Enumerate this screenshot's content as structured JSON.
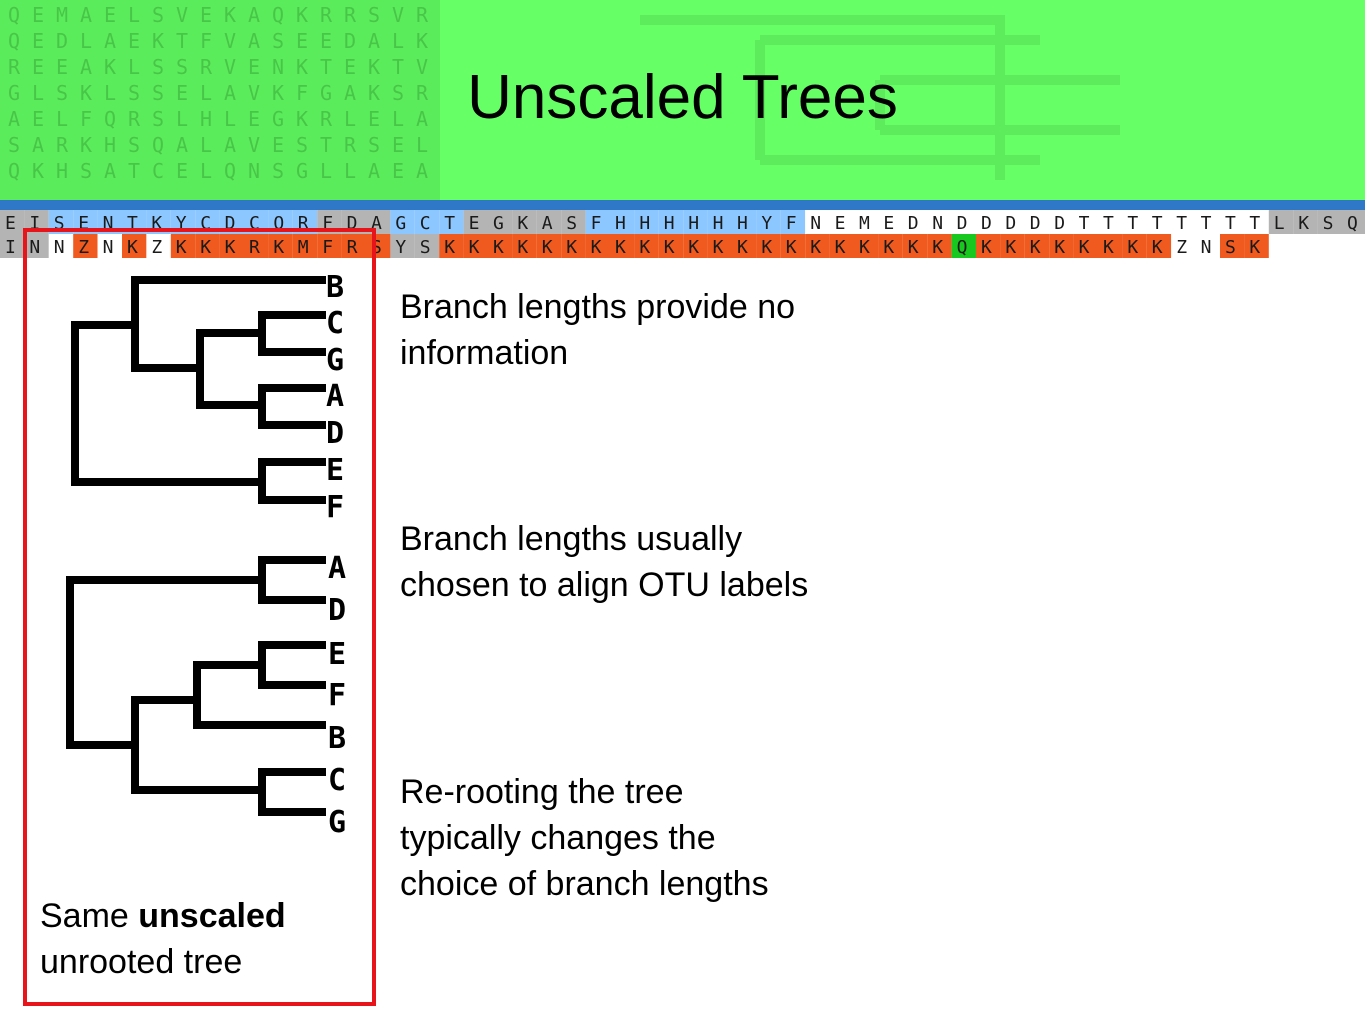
{
  "slide": {
    "title": "Unscaled Trees"
  },
  "banner": {
    "background": "#66ff66",
    "letters": [
      [
        "Q",
        "E",
        "M",
        "A",
        "E",
        "L",
        "S",
        "V",
        "E",
        "K",
        "A",
        "Q",
        "K",
        "R",
        "R",
        "S",
        "V",
        "R"
      ],
      [
        "Q",
        "E",
        "D",
        "L",
        "A",
        "E",
        "K",
        "T",
        "F",
        "V",
        "A",
        "S",
        "E",
        "E",
        "D",
        "A",
        "L",
        "K"
      ],
      [
        "R",
        "E",
        "E",
        "A",
        "K",
        "L",
        "S",
        "S",
        "R",
        "V",
        "E",
        "N",
        "K",
        "T",
        "E",
        "K",
        "T",
        "V"
      ],
      [
        "G",
        "L",
        "S",
        "K",
        "L",
        "S",
        "S",
        "E",
        "L",
        "A",
        "V",
        "K",
        "F",
        "G",
        "A",
        "K",
        "S",
        "R"
      ],
      [
        "A",
        "E",
        "L",
        "F",
        "Q",
        "R",
        "S",
        "L",
        "H",
        "L",
        "E",
        "G",
        "K",
        "R",
        "L",
        "E",
        "L",
        "A"
      ],
      [
        "S",
        "A",
        "R",
        "K",
        "H",
        "S",
        "Q",
        "A",
        "L",
        "A",
        "V",
        "E",
        "S",
        "T",
        "R",
        "S",
        "E",
        "L"
      ],
      [
        "Q",
        "K",
        "H",
        "S",
        "A",
        "T",
        "C",
        "E",
        "L",
        "Q",
        "N",
        "S",
        "G",
        "L",
        "L",
        "A",
        "E",
        "A"
      ]
    ]
  },
  "strip": {
    "row1": [
      "E",
      "I",
      "S",
      "E",
      "N",
      "T",
      "K",
      "Y",
      "C",
      "D",
      "C",
      "Q",
      "R",
      "F",
      "D",
      "A",
      "G",
      "C",
      "T",
      "E",
      "G",
      "K",
      "A",
      "S",
      "F",
      "H",
      "H",
      "H",
      "H",
      "H",
      "H",
      "Y",
      "F",
      "N",
      "E",
      "M",
      "E",
      "D",
      "N",
      "D",
      "D",
      "D",
      "D",
      "D",
      "T",
      "T",
      "T",
      "T",
      "T",
      "T",
      "T",
      "T",
      "L",
      "K",
      "S",
      "Q"
    ],
    "row2": [
      "I",
      "N",
      "N",
      "Z",
      "N",
      "K",
      "Z",
      "K",
      "K",
      "K",
      "R",
      "K",
      "M",
      "F",
      "R",
      "S",
      "Y",
      "S",
      "K",
      "K",
      "K",
      "K",
      "K",
      "K",
      "K",
      "K",
      "K",
      "K",
      "K",
      "K",
      "K",
      "K",
      "K",
      "K",
      "K",
      "K",
      "K",
      "K",
      "K",
      "Q",
      "K",
      "K",
      "K",
      "K",
      "K",
      "K",
      "K",
      "K",
      "Z",
      "N",
      "S",
      "K"
    ],
    "colors": {
      "blue": "#2f78c8",
      "lightblue": "#8cc8ff",
      "orange": "#f05a1e",
      "gray": "#b4b4b4",
      "green": "#19c81e",
      "white": "#ffffff"
    }
  },
  "frame_color": "#e8141b",
  "tree_rooted": {
    "leaves": [
      "B",
      "C",
      "G",
      "A",
      "D",
      "E",
      "F"
    ]
  },
  "tree_rerooted": {
    "leaves": [
      "A",
      "D",
      "E",
      "F",
      "B",
      "C",
      "G"
    ]
  },
  "caption": {
    "pre": "Same ",
    "bold": "unscaled",
    "post": " unrooted tree"
  },
  "bullets": [
    "Branch lengths provide no information",
    "Branch lengths usually chosen to align OTU labels",
    "Re-rooting the tree typically changes the choice of branch lengths"
  ]
}
